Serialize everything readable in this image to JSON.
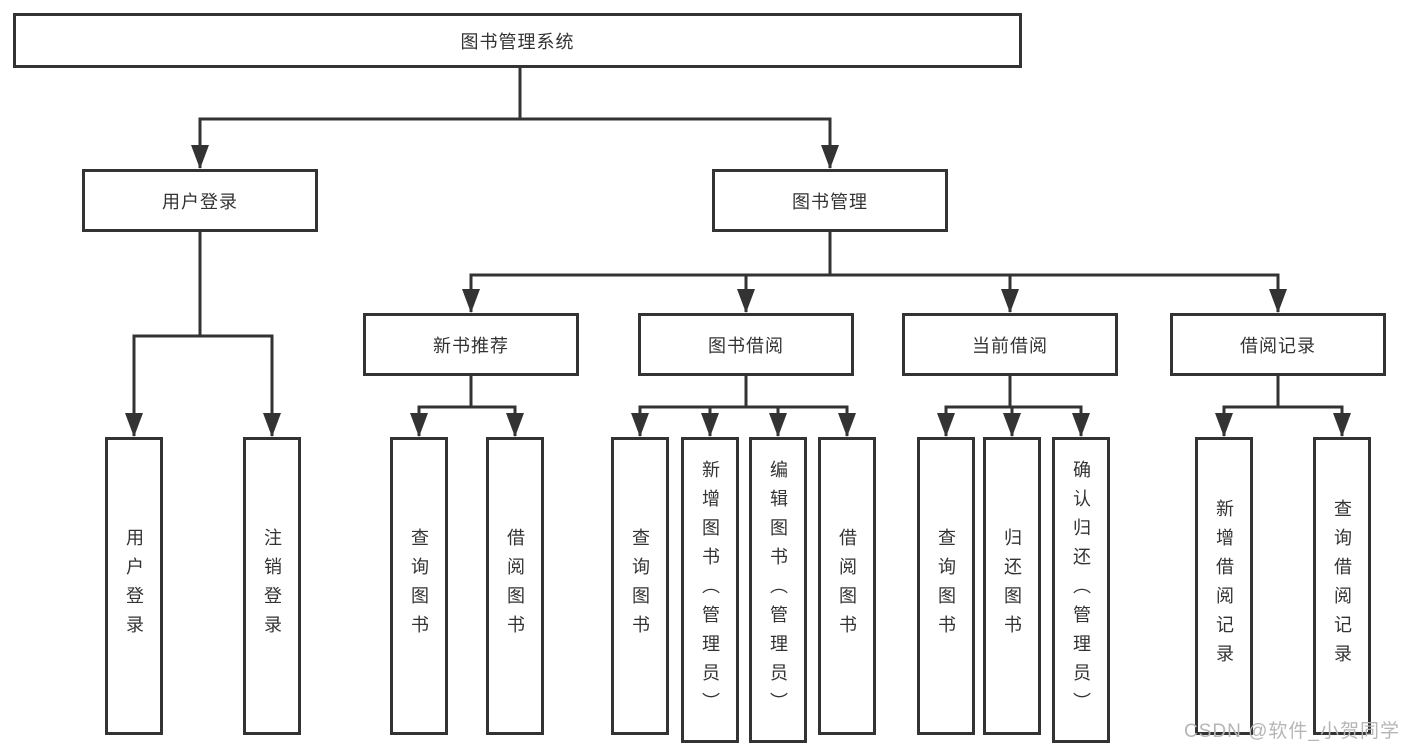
{
  "tree": {
    "root": "图书管理系统",
    "branches": [
      {
        "label": "用户登录",
        "leaves": [
          "用户登录",
          "注销登录"
        ]
      },
      {
        "label": "图书管理",
        "groups": [
          {
            "label": "新书推荐",
            "leaves": [
              "查询图书",
              "借阅图书"
            ]
          },
          {
            "label": "图书借阅",
            "leaves": [
              "查询图书",
              "新增图书（管理员）",
              "编辑图书（管理员）",
              "借阅图书"
            ]
          },
          {
            "label": "当前借阅",
            "leaves": [
              "查询图书",
              "归还图书",
              "确认归还（管理员）"
            ]
          },
          {
            "label": "借阅记录",
            "leaves": [
              "新增借阅记录",
              "查询借阅记录"
            ]
          }
        ]
      }
    ]
  },
  "watermark": {
    "text": "CSDN @软件_小贺同学"
  },
  "colors": {
    "line": "#333333",
    "box_border": "#333333",
    "text": "#333333",
    "watermark": "#b6b6b6",
    "background": "#ffffff"
  }
}
